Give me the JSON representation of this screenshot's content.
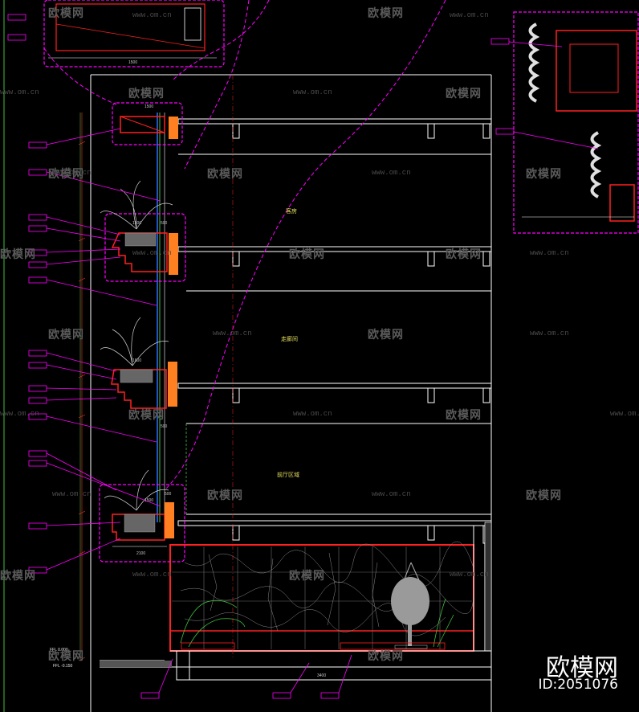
{
  "drawing": {
    "room_labels": [
      "客房",
      "走廊间",
      "前厅区域"
    ],
    "dimensions": [
      "1500",
      "1500",
      "500",
      "1600",
      "500",
      "1600",
      "1500",
      "500",
      "2100",
      "3400"
    ],
    "elevations": [
      "FFL 0.000",
      "FFL -0.150"
    ]
  },
  "watermark": {
    "brand": "欧模网",
    "url": "www.om.cn"
  },
  "footer": {
    "brand": "欧模网",
    "id_text": "ID:2051076"
  },
  "colors": {
    "background": "#000000",
    "wall_line": "#ffffff",
    "callout": "#ff00ff",
    "planter_red": "#ff2020",
    "plant_green": "#40c040",
    "glass_blue": "#3070ff",
    "label_yellow": "#e8e060"
  }
}
